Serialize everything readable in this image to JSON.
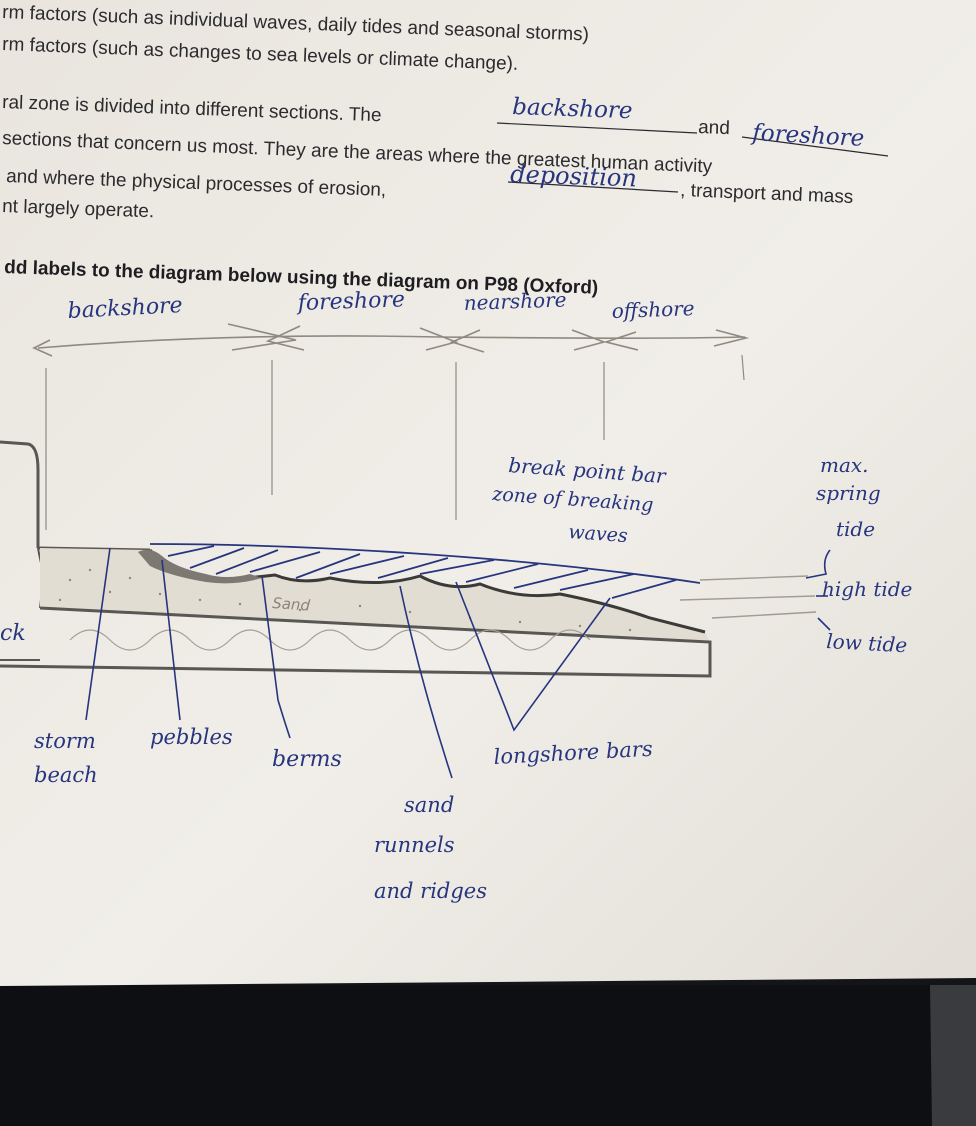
{
  "printed": {
    "line1": "rm factors (such as individual waves, daily tides and seasonal storms)",
    "line2": "rm factors (such as changes to sea levels or climate change).",
    "p2_line1a": "ral zone is divided into different sections. The",
    "p2_and": "and",
    "p2_line2": "sections that concern us most. They are the areas where the greatest human activity",
    "p2_line3a": "and where the physical processes of erosion,",
    "p2_line3b": ", transport and mass",
    "p2_line4": "nt largely operate.",
    "instruction": "dd labels to the diagram below using the diagram on P98 (Oxford)",
    "left_fragment": "ck"
  },
  "blanks": {
    "blank1": "backshore",
    "blank2": "foreshore",
    "blank3": "deposition"
  },
  "zones": [
    "backshore",
    "foreshore",
    "nearshore",
    "offshore"
  ],
  "diagram": {
    "sand_label": "Sand",
    "annotation_breakpoint": [
      "break point bar",
      "zone of breaking",
      "waves"
    ],
    "annotation_tide": [
      "max.",
      "spring",
      "tide"
    ],
    "high_tide": "high tide",
    "low_tide": "low tide"
  },
  "bottom_labels": {
    "storm_beach": [
      "storm",
      "beach"
    ],
    "pebbles": "pebbles",
    "berms": "berms",
    "sand_runnels": [
      "sand",
      "runnels",
      "and ridges"
    ],
    "longshore_bars": "longshore bars"
  },
  "colors": {
    "paper": "#efece6",
    "ink": "#27357e",
    "print": "#2b2b2e",
    "pencil": "#8a8478",
    "background": "#141518"
  }
}
